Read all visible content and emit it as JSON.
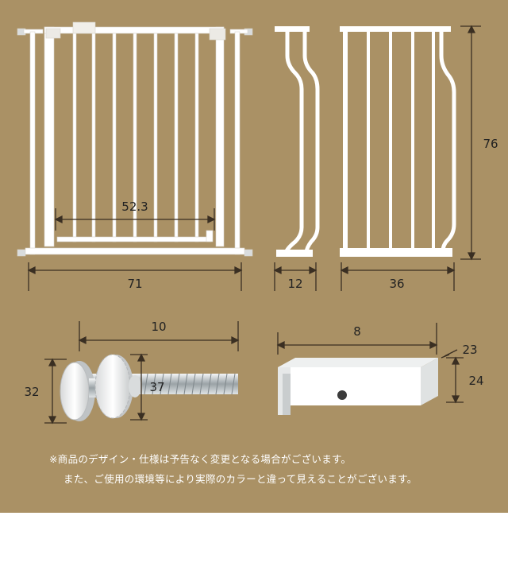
{
  "dimensions": {
    "gate_inner_width": "52.3",
    "gate_total_width": "71",
    "extension_small_width": "12",
    "extension_large_width": "36",
    "gate_height": "76",
    "bolt_length": "10",
    "knob_diameter": "32",
    "bolt_knob_size": "37",
    "bracket_length": "8",
    "bracket_top": "23",
    "bracket_height": "24"
  },
  "notes": {
    "line1": "※商品のデザイン・仕様は予告なく変更となる場合がございます。",
    "line2": "また、ご使用の環境等により実際のカラーと違って見えることがございます。"
  },
  "colors": {
    "background": "#aa9165",
    "line": "#3a2f22",
    "product": "#ffffff"
  }
}
